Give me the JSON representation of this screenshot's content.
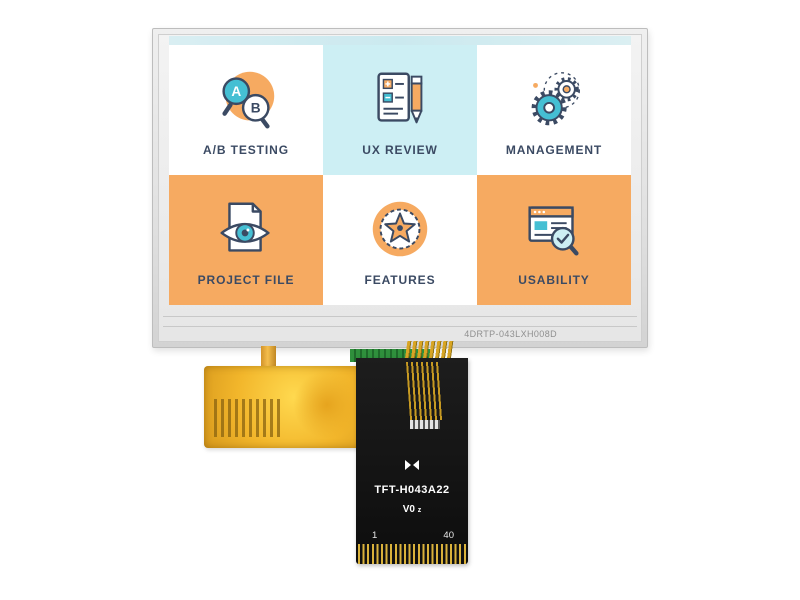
{
  "colors": {
    "accent_orange": "#F6AA61",
    "tile_cyan": "#CDEFF4",
    "icon_teal": "#45BFD3",
    "text_navy": "#3B4A63"
  },
  "screen": {
    "tiles": [
      {
        "label": "A/B TESTING",
        "icon": "ab-testing-icon",
        "letters": [
          "A",
          "B"
        ]
      },
      {
        "label": "UX REVIEW",
        "icon": "ux-review-icon"
      },
      {
        "label": "MANAGEMENT",
        "icon": "management-icon"
      },
      {
        "label": "PROJECT FILE",
        "icon": "project-file-icon"
      },
      {
        "label": "FEATURES",
        "icon": "features-icon"
      },
      {
        "label": "USABILITY",
        "icon": "usability-icon"
      }
    ]
  },
  "device": {
    "bezel_part_number": "4DRTP-043LXH008D",
    "fpc": {
      "model": "TFT-H043A22",
      "version": "V0",
      "version_suffix": "z",
      "pin_first": "1",
      "pin_last": "40"
    }
  }
}
